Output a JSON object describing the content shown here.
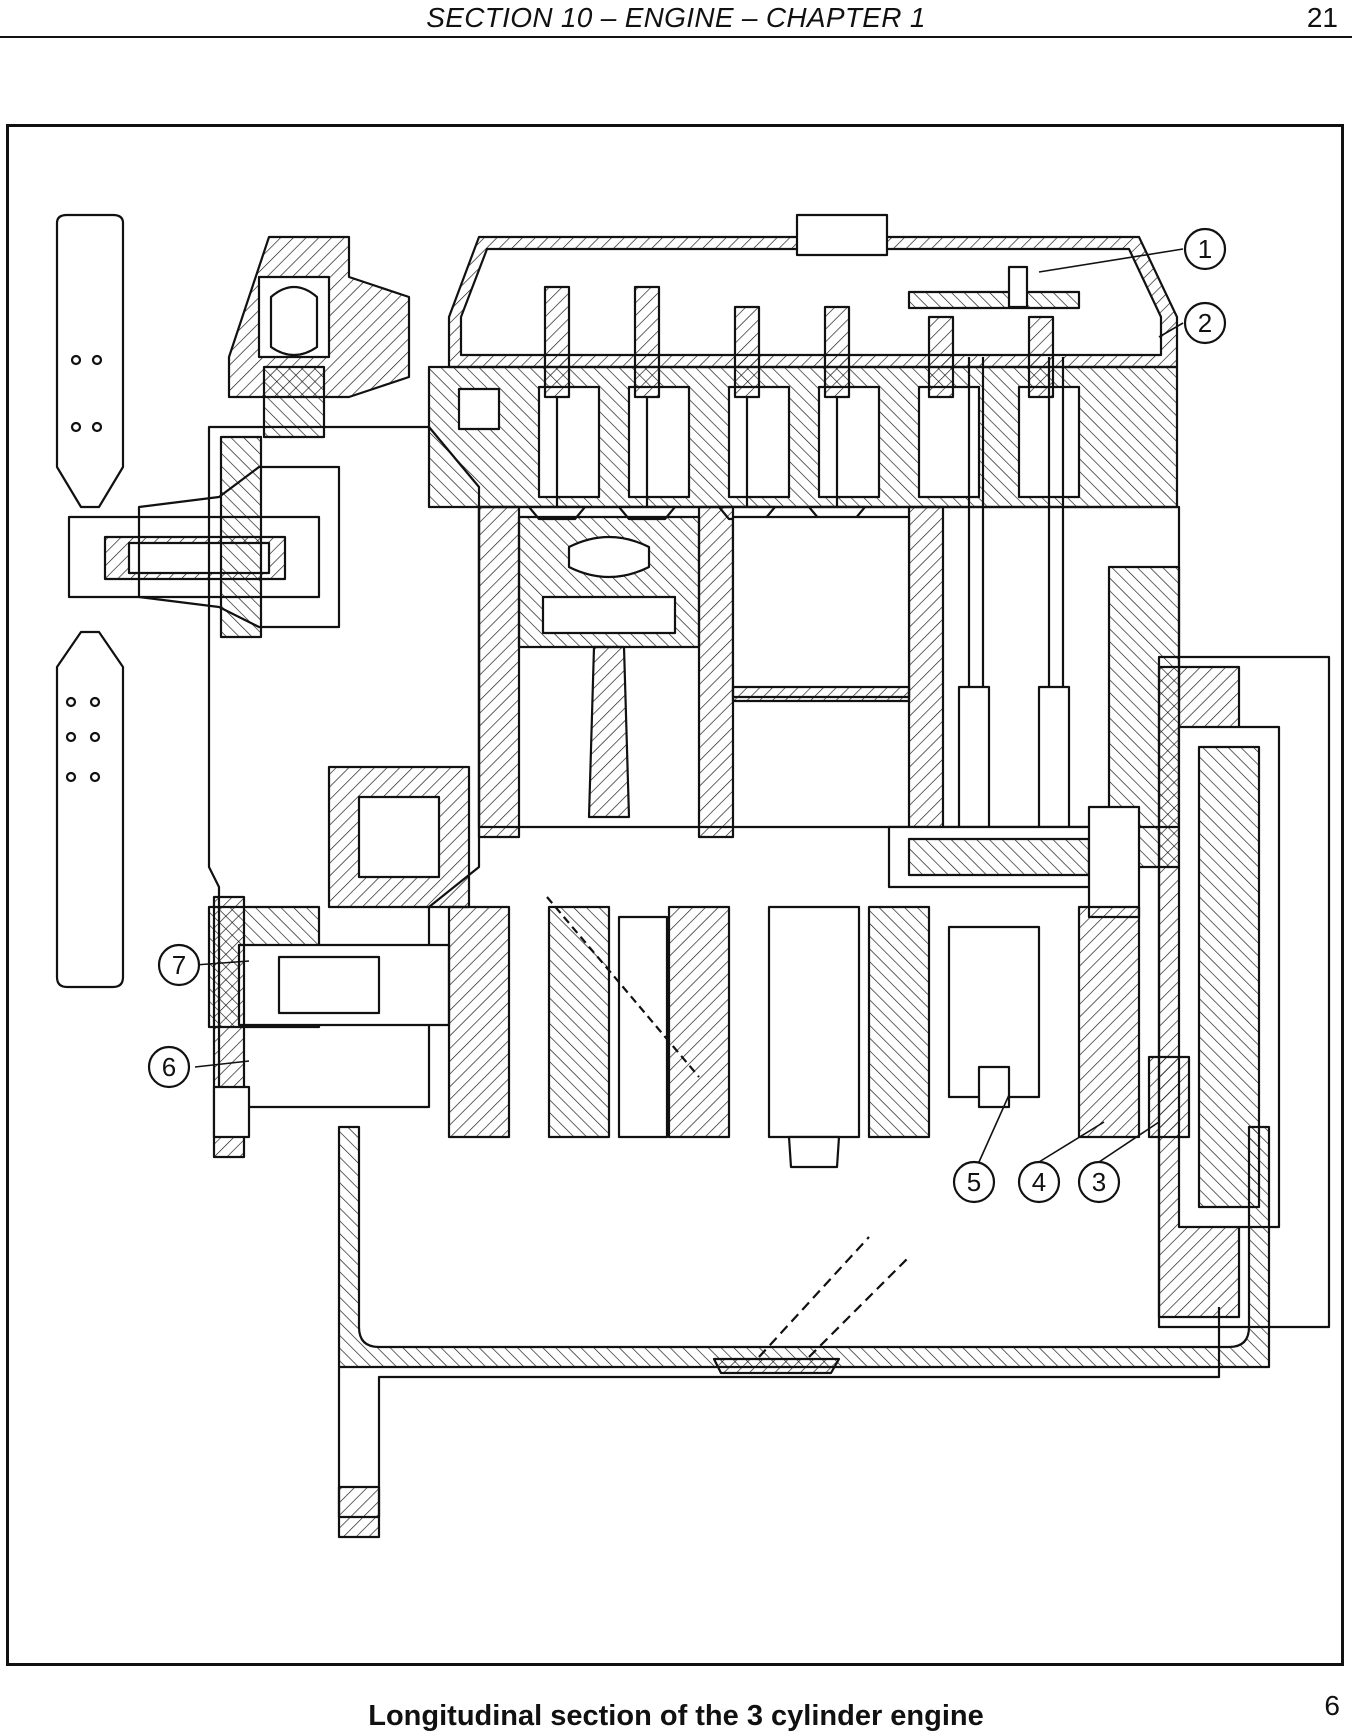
{
  "header": {
    "title": "SECTION 10 – ENGINE – CHAPTER 1",
    "page_number": "21"
  },
  "figure": {
    "callouts": [
      "1",
      "2",
      "3",
      "4",
      "5",
      "6",
      "7"
    ],
    "caption": "Longitudinal section of the 3 cylinder engine",
    "number": "6"
  },
  "colors": {
    "ink": "#111111",
    "paper": "#ffffff"
  }
}
